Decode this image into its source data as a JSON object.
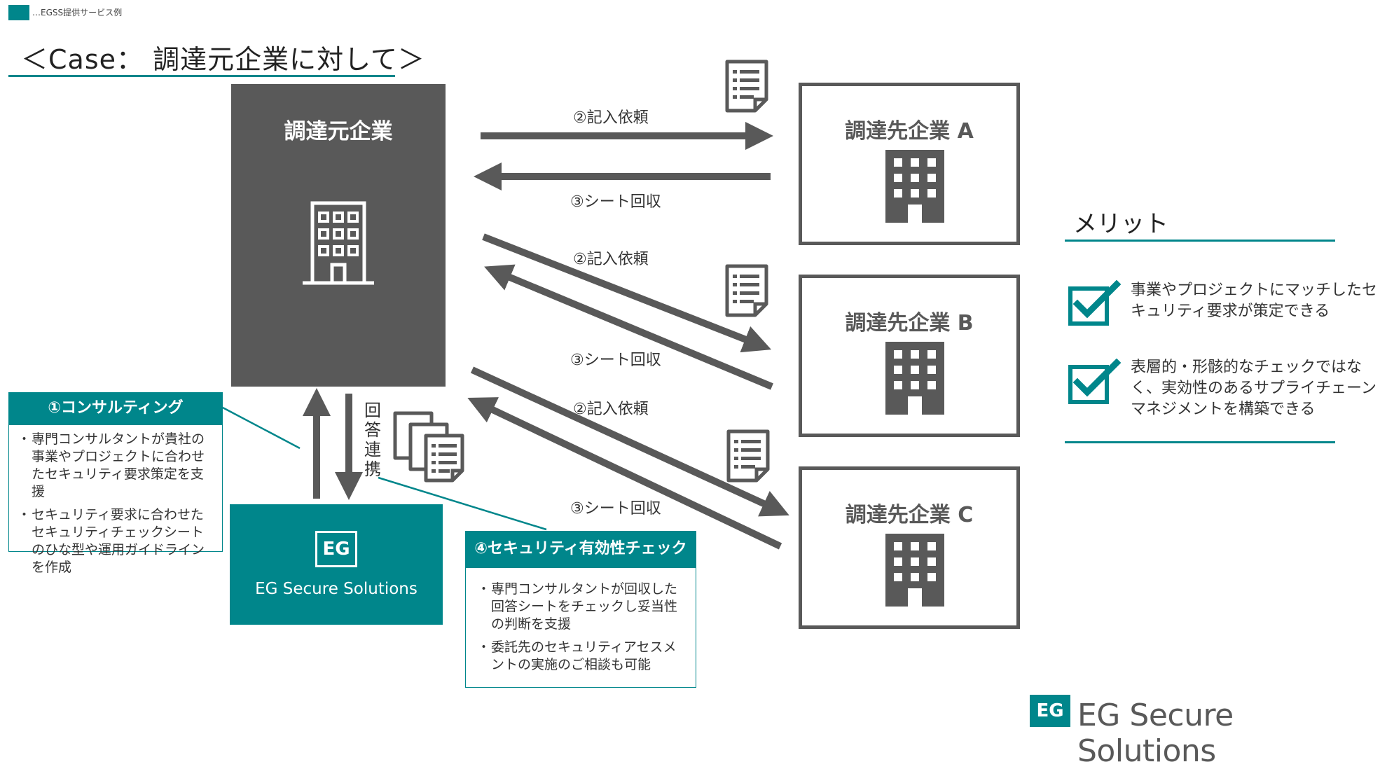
{
  "legend": {
    "text": "…EGSS提供サービス例"
  },
  "case_title": "＜Case： 調達元企業に対して＞",
  "client": {
    "title": "調達元企業"
  },
  "vendors": [
    {
      "title": "調達先企業 A"
    },
    {
      "title": "調達先企業 B"
    },
    {
      "title": "調達先企業 C"
    }
  ],
  "flows": {
    "request": "②記入依頼",
    "collect": "③シート回収",
    "answer_link": "回答連携"
  },
  "egss_box": {
    "logo": "EG",
    "label": "EG Secure Solutions"
  },
  "consulting": {
    "title": "①コンサルティング",
    "bullets": [
      "専門コンサルタントが貴社の事業やプロジェクトに合わせたセキュリティ要求策定を支援",
      "セキュリティ要求に合わせたセキュリティチェックシートのひな型や運用ガイドラインを作成"
    ]
  },
  "check": {
    "title": "④セキュリティ有効性チェック",
    "bullets": [
      "専門コンサルタントが回収した回答シートをチェックし妥当性の判断を支援",
      "委託先のセキュリティアセスメントの実施のご相談も可能"
    ]
  },
  "merit": {
    "title": "メリット",
    "items": [
      "事業やプロジェクトにマッチしたセキュリティ要求が策定できる",
      "表層的・形骸的なチェックではなく、実効性のあるサプライチェーンマネジメントを構築できる"
    ]
  },
  "brand": {
    "logo": "EG",
    "name": "EG Secure Solutions"
  },
  "colors": {
    "teal": "#00868b",
    "gray": "#595959"
  },
  "icons": [
    "building-icon",
    "document-icon",
    "documents-stack-icon",
    "checkbox-icon",
    "eg-logo-icon"
  ]
}
